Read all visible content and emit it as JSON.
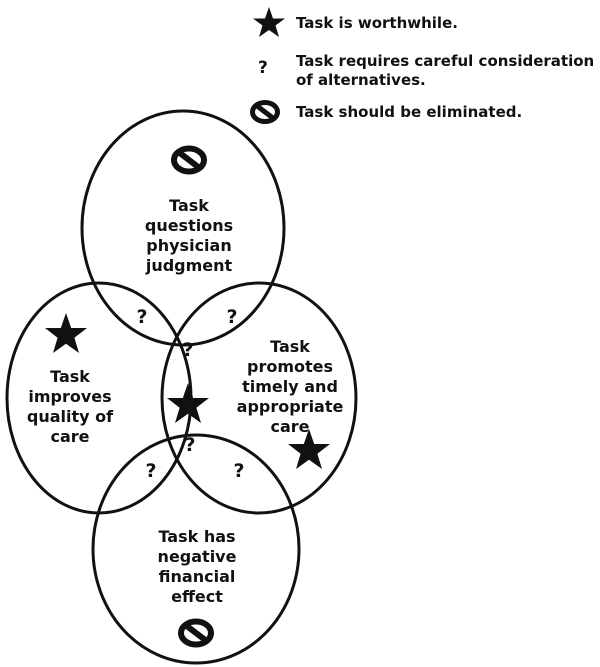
{
  "legend": {
    "worthwhile": {
      "icon": "star-icon",
      "label": "Task is worthwhile."
    },
    "consider": {
      "icon": "question-icon",
      "glyph": "?",
      "label": "Task requires careful consideration of alternatives."
    },
    "eliminate": {
      "icon": "no-symbol-icon",
      "label": "Task should be eliminated."
    }
  },
  "circles": {
    "top": {
      "lines": [
        "Task",
        "questions",
        "physician",
        "judgment"
      ]
    },
    "left": {
      "lines": [
        "Task",
        "improves",
        "quality of",
        "care"
      ]
    },
    "right": {
      "lines": [
        "Task",
        "promotes",
        "timely and",
        "appropriate",
        "care"
      ]
    },
    "bottom": {
      "lines": [
        "Task has",
        "negative",
        "financial",
        "effect"
      ]
    }
  },
  "question_mark": "?",
  "colors": {
    "ink": "#111111",
    "background": "#ffffff"
  }
}
